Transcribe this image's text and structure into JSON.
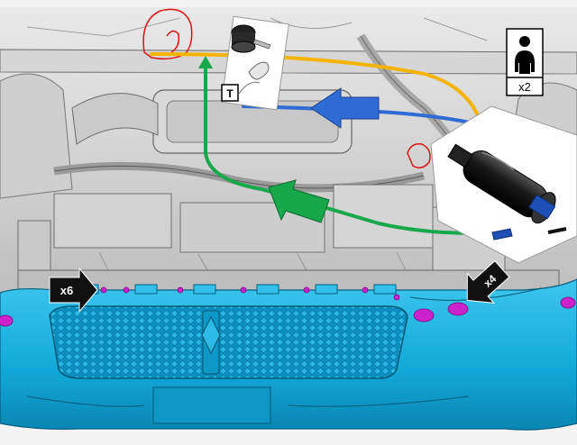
{
  "badges": {
    "left_multiplier": "x6",
    "right_multiplier": "x4",
    "technicians": "x2",
    "tool_tag": "T"
  },
  "colors": {
    "bumper_cover": "#12a9d8",
    "fastener_marker": "#cc22cc",
    "route_yellow": "#f4b400",
    "route_green": "#16a84a",
    "route_blue": "#2f6bd4",
    "callout_red": "#dd1111",
    "arrow_black": "#111111"
  },
  "icons": {
    "person": "person-icon",
    "tool": "trim-tool-icon",
    "component": "cylindrical-component-icon"
  }
}
